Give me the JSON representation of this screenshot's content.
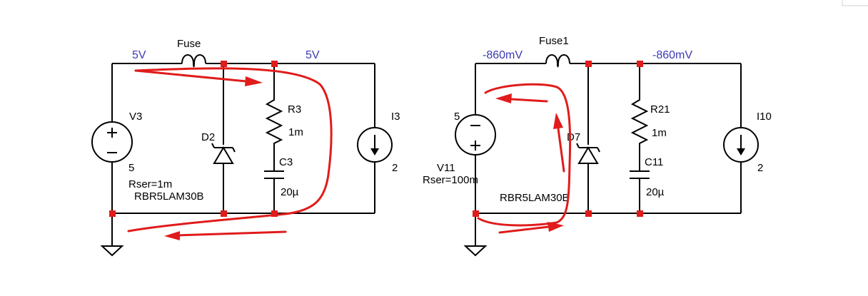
{
  "circuit_left": {
    "fuse": "Fuse",
    "net_left": "5V",
    "net_right": "5V",
    "source_name": "V3",
    "source_value": "5",
    "source_rser": "Rser=1m",
    "diode_name": "D2",
    "diode_model": "RBR5LAM30B",
    "resistor_name": "R3",
    "resistor_value": "1m",
    "cap_name": "C3",
    "cap_value": "20µ",
    "isrc_name": "I3",
    "isrc_value": "2"
  },
  "circuit_right": {
    "fuse": "Fuse1",
    "net_left": "-860mV",
    "net_right": "-860mV",
    "source_name": "V11",
    "source_value": "5",
    "source_rser": "Rser=100m",
    "diode_name": "D7",
    "diode_model": "RBR5LAM30B",
    "resistor_name": "R21",
    "resistor_value": "1m",
    "cap_name": "C11",
    "cap_value": "20µ",
    "isrc_name": "I10",
    "isrc_value": "2"
  },
  "colors": {
    "wire": "#000000",
    "node": "#e01c1c",
    "net_label": "#3a3ab4",
    "annotation_arrow": "#e01c1c"
  }
}
